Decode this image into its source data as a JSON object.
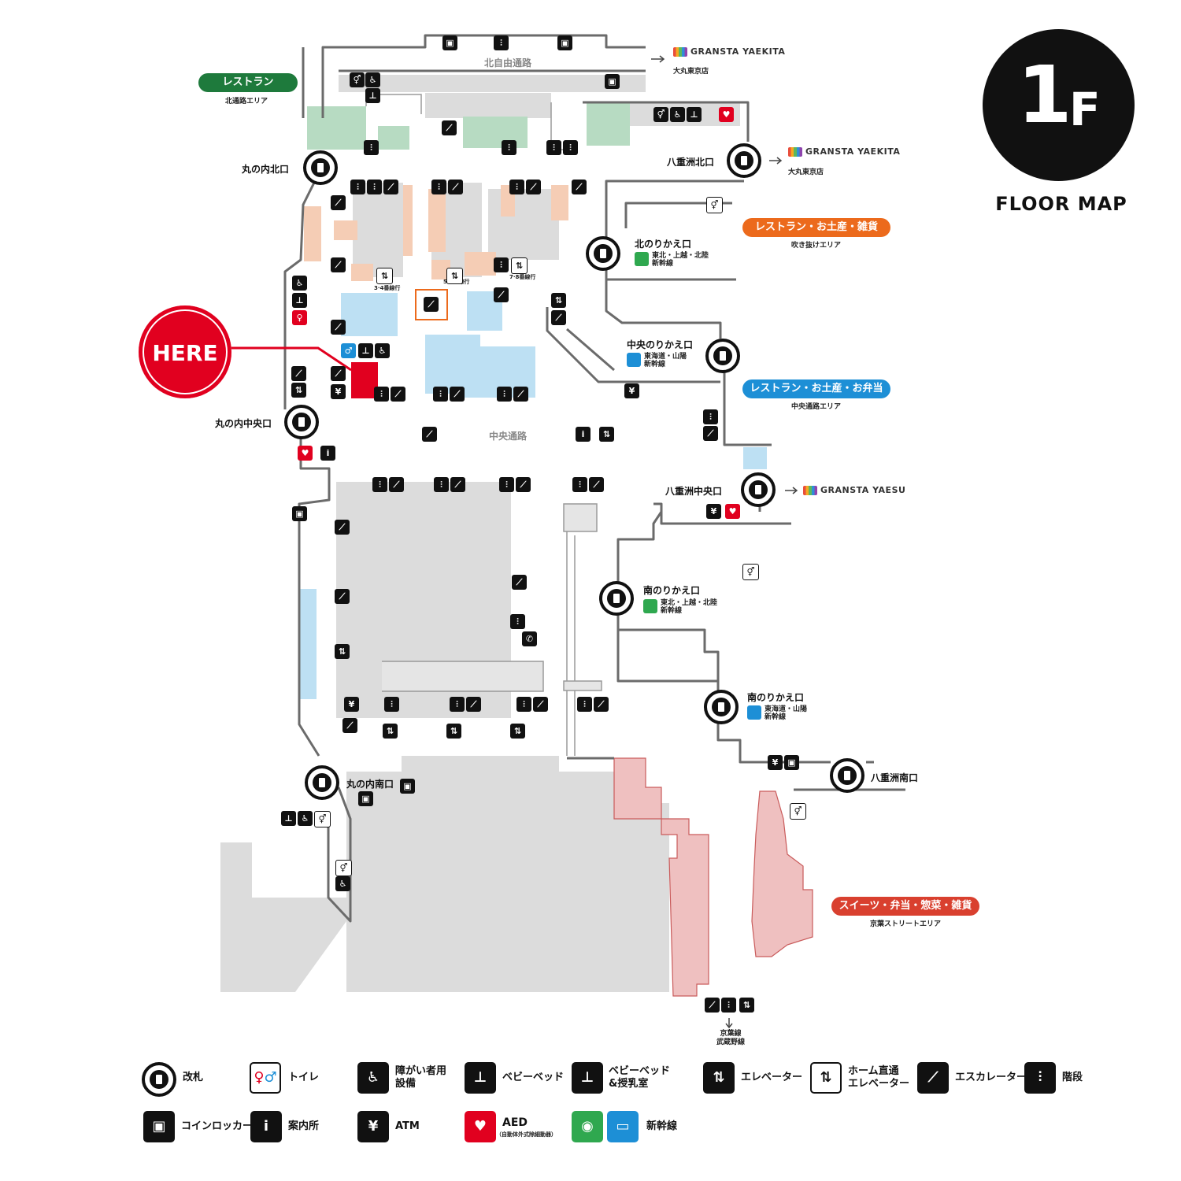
{
  "floor": {
    "number": "1",
    "unit": "F",
    "caption": "FLOOR MAP"
  },
  "here": {
    "label": "HERE"
  },
  "corridors": {
    "north": "北自由通路",
    "central": "中央通路"
  },
  "exits": {
    "marunouchi_north": "丸の内北口",
    "marunouchi_central": "丸の内中央口",
    "marunouchi_south": "丸の内南口",
    "yaesu_north": "八重洲北口",
    "yaesu_central": "八重洲中央口",
    "yaesu_south": "八重洲南口",
    "transfer_north": "北のりかえ口",
    "transfer_central": "中央のりかえ口",
    "transfer_south_1": "南のりかえ口",
    "transfer_south_2": "南のりかえ口"
  },
  "transfer_lines": {
    "north": "東北・上越・北陸\n新幹線",
    "central": "東海道・山陽\n新幹線",
    "south_1": "東北・上越・北陸\n新幹線",
    "south_2": "東海道・山陽\n新幹線"
  },
  "areas": {
    "restaurant_north": {
      "title": "レストラン",
      "sub": "北通路エリア",
      "color": "#1e7a3c"
    },
    "fukinuke": {
      "title": "レストラン・お土産・雑貨",
      "sub": "吹き抜けエリア",
      "color": "#ec6a1c"
    },
    "central": {
      "title": "レストラン・お土産・お弁当",
      "sub": "中央通路エリア",
      "color": "#1d8fd6"
    },
    "keiyo": {
      "title": "スイーツ・弁当・惣菜・雑貨",
      "sub": "京葉ストリートエリア",
      "color": "#d9402f"
    }
  },
  "brands": {
    "yaekita_1": {
      "name": "GRANSTA YAEKITA",
      "sub": "大丸東京店"
    },
    "yaekita_2": {
      "name": "GRANSTA YAEKITA",
      "sub": "大丸東京店"
    },
    "yaesu": {
      "name": "GRANSTA YAESU"
    }
  },
  "elevator_notes": {
    "a": "3·4番線行",
    "b": "5·6番線行",
    "c": "7·8番線行"
  },
  "keiyo_line": "京葉線\n武蔵野線",
  "legend": {
    "gate": "改札",
    "toilet": "トイレ",
    "accessible": "障がい者用\n設備",
    "baby_bed": "ベビーベッド",
    "baby_nursing": "ベビーベッド\n&授乳室",
    "elevator": "エレベーター",
    "platform_elevator": "ホーム直通\nエレベーター",
    "escalator": "エスカレーター",
    "stairs": "階段",
    "locker": "コインロッカー",
    "info": "案内所",
    "atm": "ATM",
    "aed": "AED",
    "aed_sub": "（自動体外式除細動器）",
    "shinkansen": "新幹線"
  },
  "colors": {
    "restaurant_green": "#1e7a3c",
    "orange": "#ec6a1c",
    "blue": "#1d8fd6",
    "red": "#d9402f",
    "here_red": "#e1001f",
    "aed_red": "#e1001f",
    "shinkansen_green": "#2fa84f",
    "shinkansen_blue": "#1d8fd6"
  }
}
